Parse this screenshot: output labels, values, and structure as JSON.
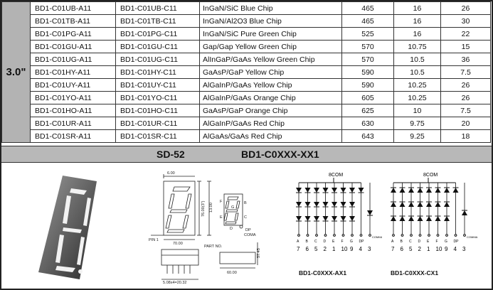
{
  "size_label": "3.0\"",
  "rows": [
    {
      "anode": "BD1-C01UB-A11",
      "cathode": "BD1-C01UB-C11",
      "material": "InGaN/SiC  Blue Chip",
      "wavelength": "465",
      "vf": "16",
      "iv": "26"
    },
    {
      "anode": "BD1-C01TB-A11",
      "cathode": "BD1-C01TB-C11",
      "material": "InGaN/Al2O3 Blue Chip",
      "wavelength": "465",
      "vf": "16",
      "iv": "30"
    },
    {
      "anode": "BD1-C01PG-A11",
      "cathode": "BD1-C01PG-C11",
      "material": "InGaN/SiC Pure Green Chip",
      "wavelength": "525",
      "vf": "16",
      "iv": "22"
    },
    {
      "anode": "BD1-C01GU-A11",
      "cathode": "BD1-C01GU-C11",
      "material": "Gap/Gap Yellow Green  Chip",
      "wavelength": "570",
      "vf": "10.75",
      "iv": "15"
    },
    {
      "anode": "BD1-C01UG-A11",
      "cathode": "BD1-C01UG-C11",
      "material": "AlInGaP/GaAs Yellow Green Chip",
      "wavelength": "570",
      "vf": "10.5",
      "iv": "36"
    },
    {
      "anode": "BD1-C01HY-A11",
      "cathode": "BD1-C01HY-C11",
      "material": "GaAsP/GaP Yellow  Chip",
      "wavelength": "590",
      "vf": "10.5",
      "iv": "7.5"
    },
    {
      "anode": "BD1-C01UY-A11",
      "cathode": "BD1-C01UY-C11",
      "material": "AlGaInP/GaAs Yellow  Chip",
      "wavelength": "590",
      "vf": "10.25",
      "iv": "26"
    },
    {
      "anode": "BD1-C01YO-A11",
      "cathode": "BD1-C01YO-C11",
      "material": "AlGaInP/GaAs Orange  Chip",
      "wavelength": "605",
      "vf": "10.25",
      "iv": "26"
    },
    {
      "anode": "BD1-C01HO-A11",
      "cathode": "BD1-C01HO-C11",
      "material": "GaAsP/GaP Orange  Chip",
      "wavelength": "625",
      "vf": "10",
      "iv": "7.5"
    },
    {
      "anode": "BD1-C01UR-A11",
      "cathode": "BD1-C01UR-C11",
      "material": "AlGaInP/GaAs Red  Chip",
      "wavelength": "630",
      "vf": "9.75",
      "iv": "20"
    },
    {
      "anode": "BD1-C01SR-A11",
      "cathode": "BD1-C01SR-C11",
      "material": "AlGaAs/GaAs Red Chip",
      "wavelength": "643",
      "vf": "9.25",
      "iv": "18"
    }
  ],
  "section": {
    "model": "SD-52",
    "series": "BD1-C0XXX-XX1"
  },
  "drawing": {
    "dim_top": "6.00",
    "dim_height": "76.00(3\")",
    "dim_width": "70.00",
    "dim_side": "13.00",
    "pin1": "PIN 1",
    "part_no": "PART NO.",
    "dim_body": "60.00",
    "dim_pins": "5.08x4=20.32",
    "dim_depth": "57.45",
    "seg_labels": [
      "F",
      "G",
      "E",
      "C",
      "D",
      "B"
    ],
    "dp_label": "DP",
    "coma_label": "COMA"
  },
  "schematic_a": {
    "com": "8COM",
    "pins": [
      "7",
      "6",
      "5",
      "2",
      "1",
      "10",
      "9",
      "4",
      "3"
    ],
    "seg_letters": [
      "A",
      "B",
      "C",
      "D",
      "E",
      "F",
      "G",
      "DP"
    ],
    "comma": "COMMA",
    "caption": "BD1-C0XXX-AX1"
  },
  "schematic_c": {
    "com": "8COM",
    "pins": [
      "7",
      "6",
      "5",
      "2",
      "1",
      "10",
      "9",
      "4",
      "3"
    ],
    "seg_letters": [
      "A",
      "B",
      "C",
      "D",
      "E",
      "F",
      "G",
      "DP"
    ],
    "comma": "COMMA",
    "caption": "BD1-C0XXX-CX1"
  }
}
